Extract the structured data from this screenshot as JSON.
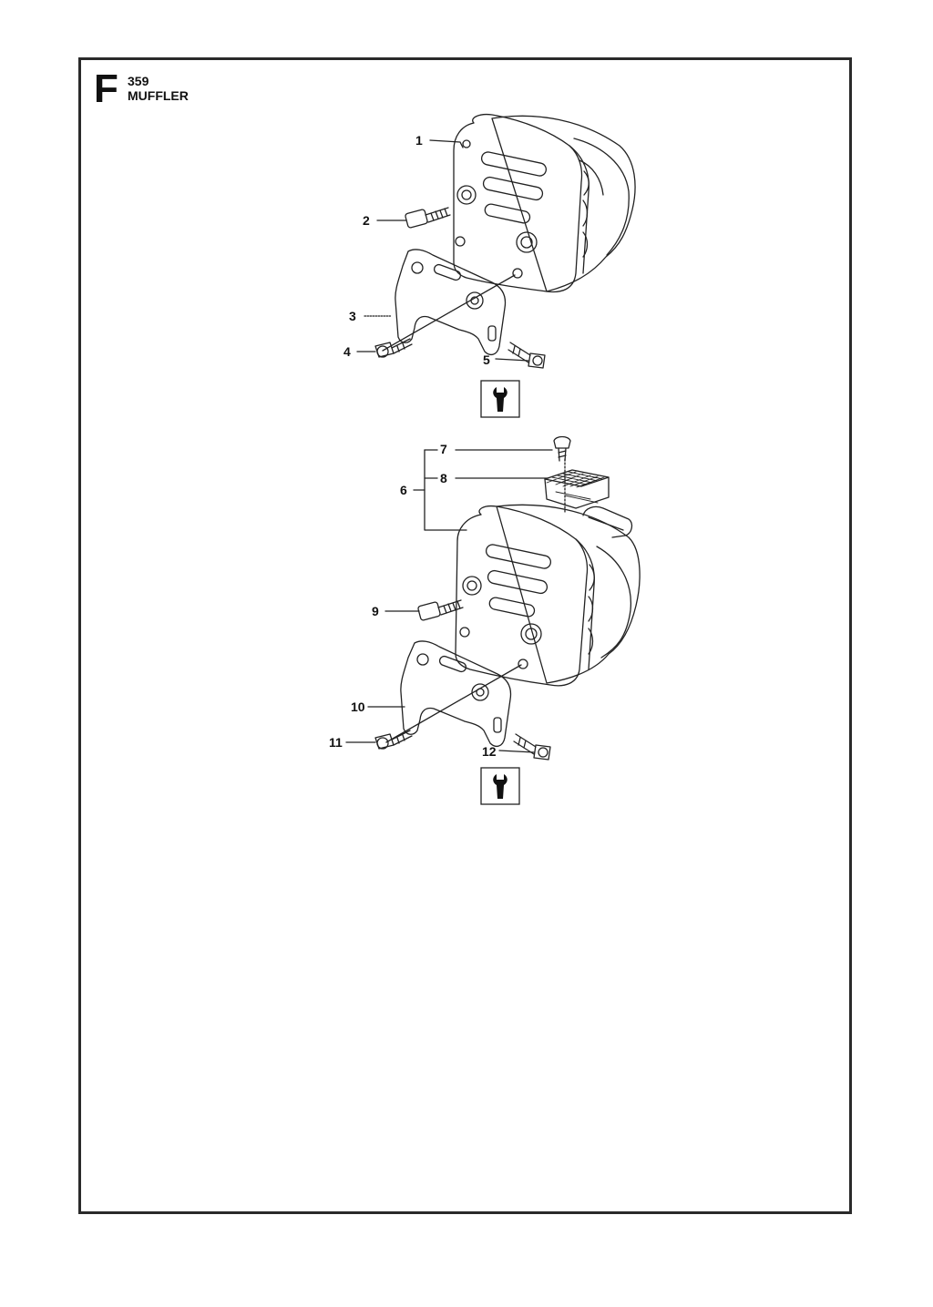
{
  "header": {
    "section_letter": "F",
    "model": "359",
    "title": "MUFFLER"
  },
  "callouts": {
    "c1": "1",
    "c2": "2",
    "c3": "3",
    "c4": "4",
    "c5": "5",
    "c6": "6",
    "c7": "7",
    "c8": "8",
    "c9": "9",
    "c10": "10",
    "c11": "11",
    "c12": "12"
  },
  "icons": [
    "wrench-icon",
    "wrench-icon"
  ]
}
